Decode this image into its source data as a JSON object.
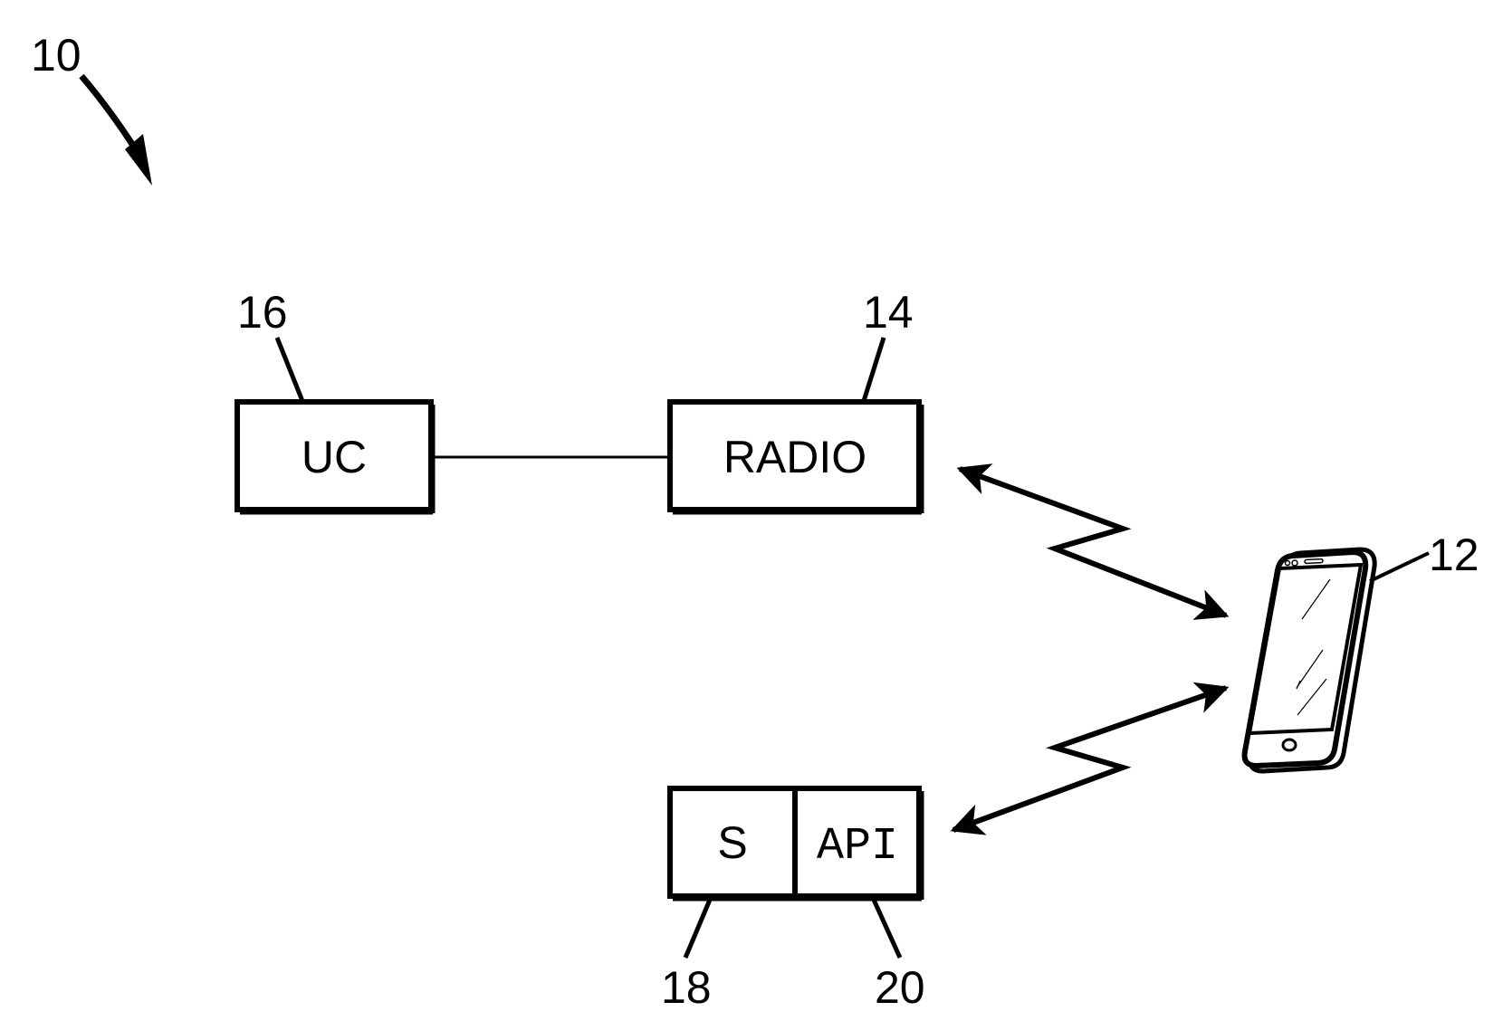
{
  "diagram": {
    "system_ref": "10",
    "blocks": {
      "uc": {
        "ref": "16",
        "label": "UC"
      },
      "radio": {
        "ref": "14",
        "label": "RADIO"
      },
      "s": {
        "ref": "18",
        "label": "S"
      },
      "api": {
        "ref": "20",
        "label": "API"
      }
    },
    "device": {
      "ref": "12",
      "type": "smartphone"
    },
    "connections": [
      {
        "from": "uc",
        "to": "radio",
        "kind": "wired-line"
      },
      {
        "from": "radio",
        "to": "device",
        "kind": "wireless-bidirectional"
      },
      {
        "from": "device",
        "to": "api",
        "kind": "wireless-bidirectional"
      }
    ],
    "colors": {
      "ink": "#000000",
      "background": "#ffffff"
    }
  }
}
